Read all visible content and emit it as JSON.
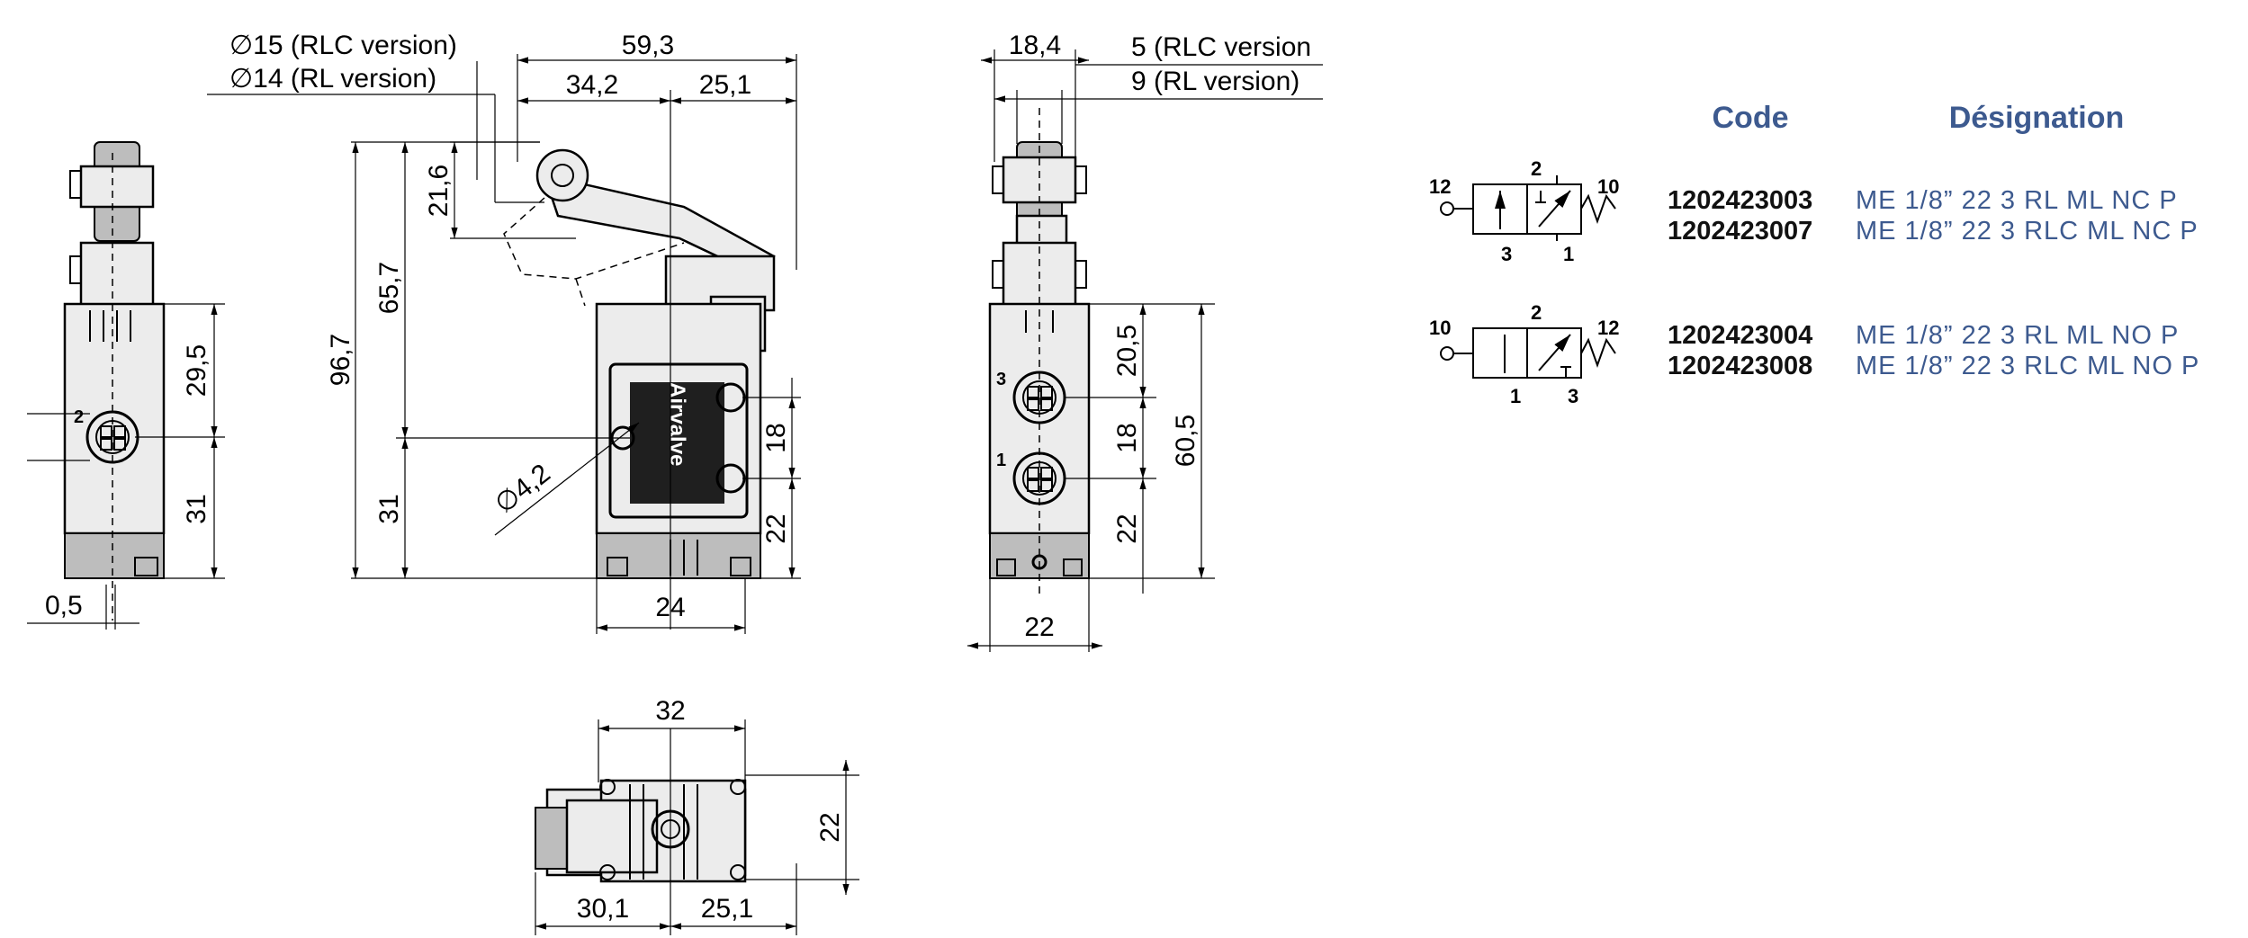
{
  "dimensions": {
    "dia15": "∅15 (RLC version)",
    "dia14": "∅14 (RL version)",
    "d59_3": "59,3",
    "d34_2": "34,2",
    "d25_1_top": "25,1",
    "d18_4": "18,4",
    "rlc5": "5 (RLC version",
    "rl9": "9 (RL version)",
    "d21_6": "21,6",
    "d65_7": "65,7",
    "d96_7": "96,7",
    "d31_front": "31",
    "d29_5": "29,5",
    "d31_left": "31",
    "d0_5": "0,5",
    "dia4_2": "∅4,2",
    "d18_front": "18",
    "d22_front": "22",
    "d24": "24",
    "d20_5": "20,5",
    "d18_side": "18",
    "d22_side": "22",
    "d60_5": "60,5",
    "d22_bottom": "22",
    "d32": "32",
    "d22_top_view": "22",
    "d30_1": "30,1",
    "d25_1_bottom": "25,1"
  },
  "ports": {
    "left_port": "2",
    "side_port_top": "3",
    "side_port_bottom": "1"
  },
  "brand": "Airvalve",
  "table": {
    "header_code": "Code",
    "header_designation": "Désignation",
    "symbol_nc": {
      "pilot_left": "12",
      "port_top": "2",
      "pilot_right": "10",
      "port_bottom_left": "3",
      "port_bottom_right": "1"
    },
    "symbol_no": {
      "pilot_left": "10",
      "port_top": "2",
      "pilot_right": "12",
      "port_bottom_left": "1",
      "port_bottom_right": "3"
    },
    "rows": [
      {
        "code": "1202423003",
        "designation": "ME 1/8” 22 3 RL ML NC P"
      },
      {
        "code": "1202423007",
        "designation": "ME 1/8” 22 3 RLC ML NC P"
      },
      {
        "code": "1202423004",
        "designation": "ME 1/8” 22 3 RL ML NO P"
      },
      {
        "code": "1202423008",
        "designation": "ME 1/8” 22 3 RLC ML NO P"
      }
    ]
  }
}
